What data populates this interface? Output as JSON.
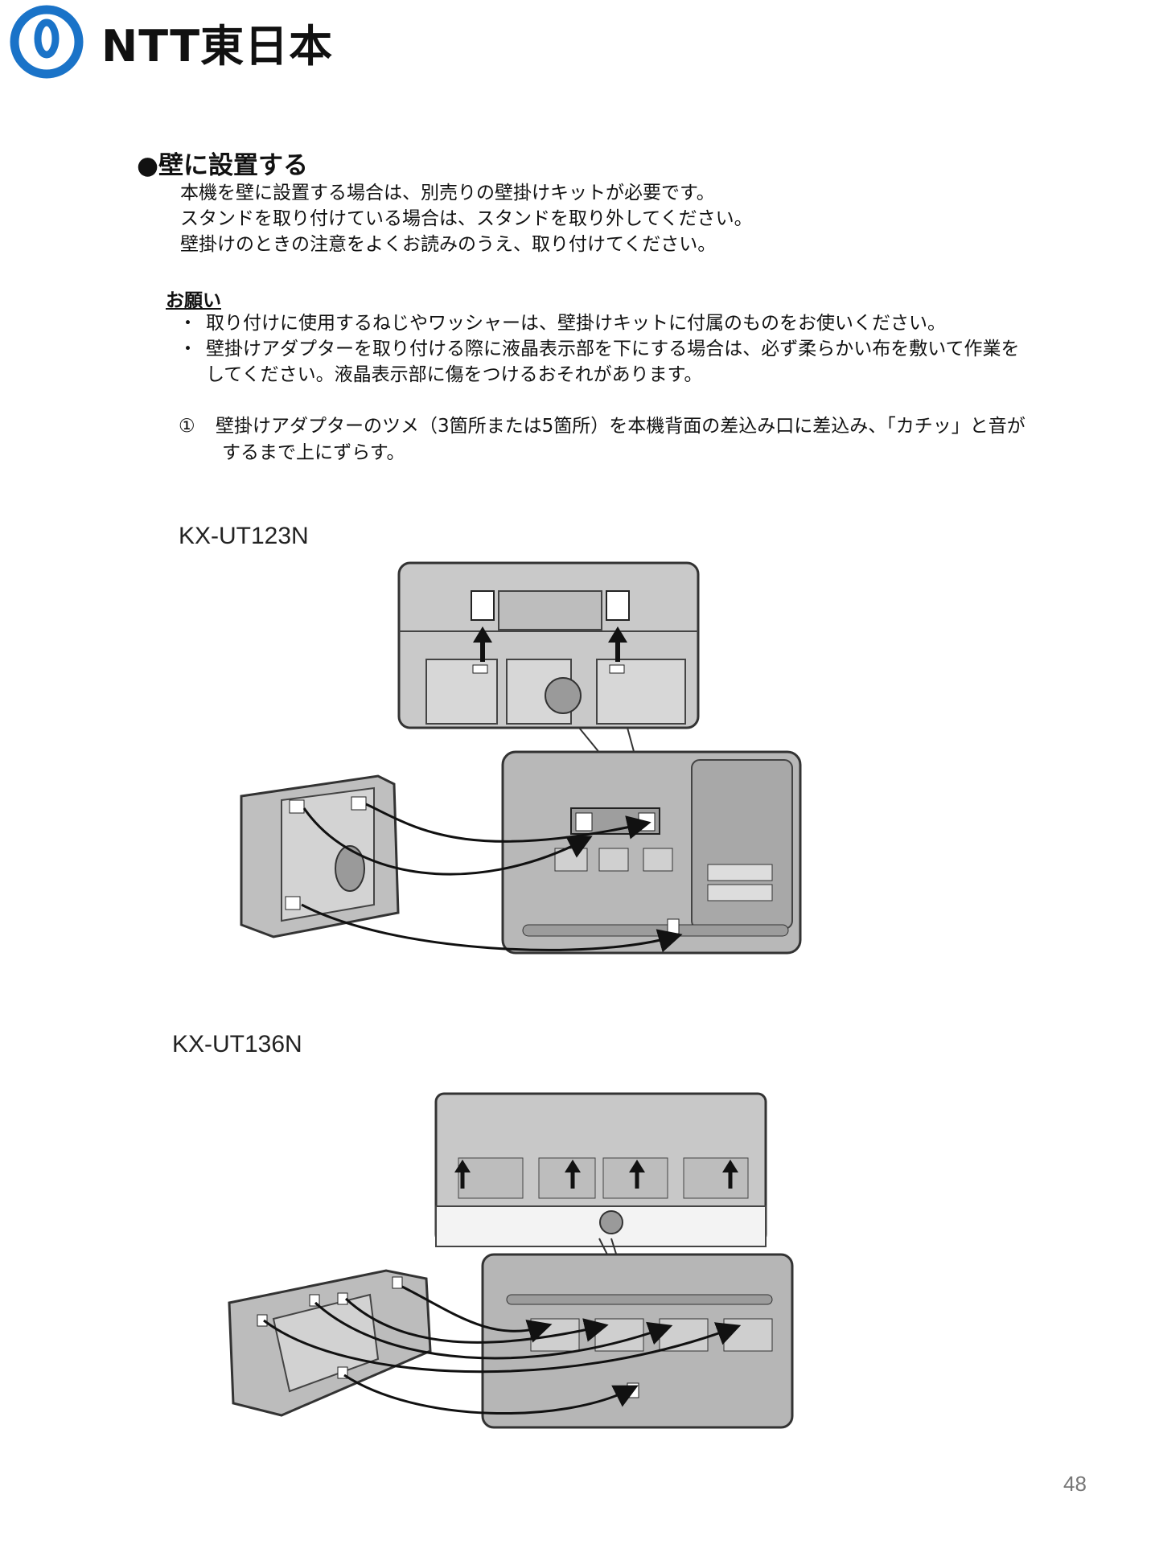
{
  "header": {
    "logo_text": "NTT東日本",
    "logo_icon": "ntt-logo-icon"
  },
  "section": {
    "title": "●壁に設置する",
    "intro": [
      "本機を壁に設置する場合は、別売りの壁掛けキットが必要です。",
      "スタンドを取り付けている場合は、スタンドを取り外してください。",
      "壁掛けのときの注意をよくお読みのうえ、取り付けてください。"
    ]
  },
  "caution": {
    "title": "お願い",
    "bullet": "・",
    "items": [
      {
        "line1": "取り付けに使用するねじやワッシャーは、壁掛けキットに付属のものをお使いください。",
        "line2": ""
      },
      {
        "line1": "壁掛けアダプターを取り付ける際に液晶表示部を下にする場合は、必ず柔らかい布を敷いて作業を",
        "line2": "してください。液晶表示部に傷をつけるおそれがあります。"
      }
    ]
  },
  "step": {
    "number": "①",
    "line1": "壁掛けアダプターのツメ（3箇所または5箇所）を本機背面の差込み口に差込み、「カチッ」と音が",
    "line2": "するまで上にずらす。"
  },
  "figures": [
    {
      "model": "KX-UT123N"
    },
    {
      "model": "KX-UT136N"
    }
  ],
  "page_number": "48"
}
